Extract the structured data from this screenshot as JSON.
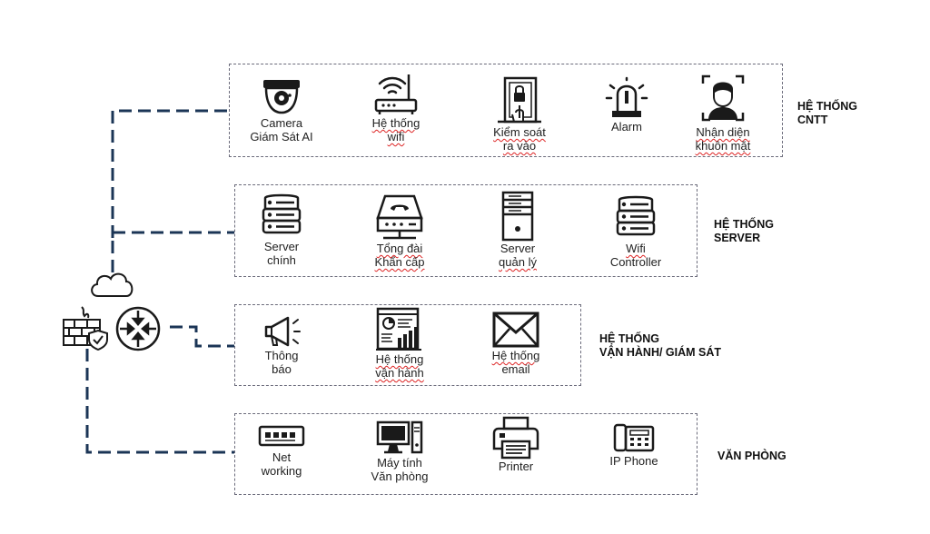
{
  "systems": [
    {
      "title_lines": [
        "HỆ THỐNG",
        "CNTT"
      ],
      "items": [
        {
          "icon": "dome-camera-icon",
          "lines": [
            "Camera",
            "Giám Sát AI"
          ]
        },
        {
          "icon": "wifi-router-icon",
          "lines": [
            "Hệ thống",
            "wifi"
          ]
        },
        {
          "icon": "access-control-icon",
          "lines": [
            "Kiểm soát",
            "ra vào"
          ]
        },
        {
          "icon": "alarm-siren-icon",
          "lines": [
            "Alarm"
          ]
        },
        {
          "icon": "face-recognition-icon",
          "lines": [
            "Nhận diện",
            "khuôn mặt"
          ]
        }
      ]
    },
    {
      "title_lines": [
        "HỆ THỐNG",
        "SERVER"
      ],
      "items": [
        {
          "icon": "server-rack-icon",
          "lines": [
            "Server",
            "chính"
          ]
        },
        {
          "icon": "pbx-phone-icon",
          "lines": [
            "Tổng đài",
            "Khẩn cấp"
          ]
        },
        {
          "icon": "server-tower-icon",
          "lines": [
            "Server",
            "quản lý"
          ]
        },
        {
          "icon": "server-rack-icon",
          "lines": [
            "Wifi",
            "Controller"
          ]
        }
      ]
    },
    {
      "title_lines": [
        "HỆ THỐNG",
        "VẬN HÀNH/ GIÁM SÁT"
      ],
      "items": [
        {
          "icon": "megaphone-icon",
          "lines": [
            "Thông",
            "báo"
          ]
        },
        {
          "icon": "dashboard-icon",
          "lines": [
            "Hệ thống",
            "vận hành"
          ]
        },
        {
          "icon": "envelope-icon",
          "lines": [
            "Hệ thống",
            "email"
          ]
        }
      ]
    },
    {
      "title_lines": [
        "VĂN PHÒNG"
      ],
      "items": [
        {
          "icon": "network-switch-icon",
          "lines": [
            "Net",
            "working"
          ]
        },
        {
          "icon": "desktop-computer-icon",
          "lines": [
            "Máy tính",
            "Văn phòng"
          ]
        },
        {
          "icon": "printer-icon",
          "lines": [
            "Printer"
          ]
        },
        {
          "icon": "ip-phone-icon",
          "lines": [
            "IP Phone"
          ]
        }
      ]
    }
  ],
  "hub": {
    "cloud": "cloud-icon",
    "firewall": "firewall-icon",
    "router": "router-icon"
  },
  "colors": {
    "connector": "#1b3556",
    "border": "#6b6b7b",
    "icon": "#1a1a1a"
  }
}
